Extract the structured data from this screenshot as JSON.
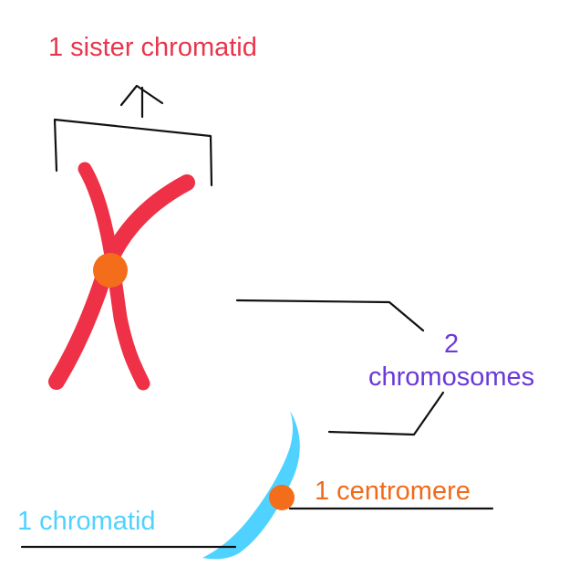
{
  "labels": {
    "sister_chromatid": "1 sister chromatid",
    "chromosome_count": "2",
    "chromosomes": "chromosomes",
    "centromere": "1 centromere",
    "chromatid": "1 chromatid"
  },
  "colors": {
    "sister_chromatid_label": "#e8364c",
    "chromosome_red": "#ee3147",
    "chromosome_blue": "#4fd2ff",
    "centromere": "#f36d1a",
    "chromosomes_label": "#6a39d8",
    "centromere_label": "#f06a1c",
    "chromatid_label": "#4fd2ff",
    "ink": "#111111"
  },
  "icons": {
    "bracket_arrow": "arrow-up-icon"
  }
}
